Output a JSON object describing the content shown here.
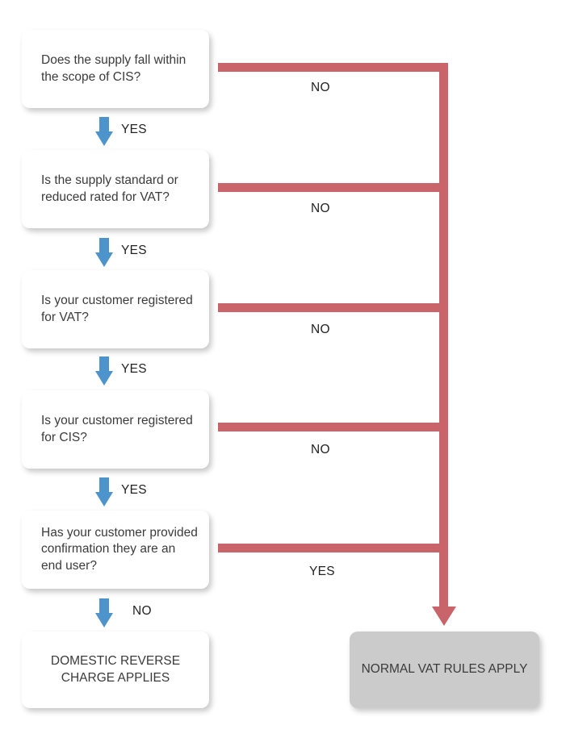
{
  "diagram": {
    "title": "CIS Domestic Reverse Charge decision flowchart",
    "colors": {
      "red_connector": "#c9646a",
      "blue_arrow": "#4d93cc",
      "node_background": "#ffffff",
      "terminal_grey": "#cbcbcb",
      "text": "#3b3b3b"
    }
  },
  "nodes": [
    {
      "id": "q1",
      "kind": "decision",
      "text": "Does the supply fall within the scope of CIS?"
    },
    {
      "id": "q2",
      "kind": "decision",
      "text": "Is the supply standard or reduced rated for VAT?"
    },
    {
      "id": "q3",
      "kind": "decision",
      "text": "Is your customer registered for VAT?"
    },
    {
      "id": "q4",
      "kind": "decision",
      "text": "Is your customer registered for CIS?"
    },
    {
      "id": "q5",
      "kind": "decision",
      "text": "Has your customer provided confirmation they are an end user?"
    },
    {
      "id": "outcome_drc",
      "kind": "terminal",
      "text": "DOMESTIC REVERSE CHARGE APPLIES"
    },
    {
      "id": "outcome_normal",
      "kind": "terminal-grey",
      "text": "NORMAL VAT RULES APPLY"
    }
  ],
  "down_labels": [
    {
      "id": "yes1",
      "text": "YES",
      "boxed": false
    },
    {
      "id": "yes2",
      "text": "YES",
      "boxed": false
    },
    {
      "id": "yes3",
      "text": "YES",
      "boxed": false
    },
    {
      "id": "yes4",
      "text": "YES",
      "boxed": false
    },
    {
      "id": "no5",
      "text": "NO",
      "boxed": true
    }
  ],
  "branch_labels": [
    {
      "id": "branch1",
      "text": "NO"
    },
    {
      "id": "branch2",
      "text": "NO"
    },
    {
      "id": "branch3",
      "text": "NO"
    },
    {
      "id": "branch4",
      "text": "NO"
    },
    {
      "id": "branch5",
      "text": "YES"
    }
  ]
}
